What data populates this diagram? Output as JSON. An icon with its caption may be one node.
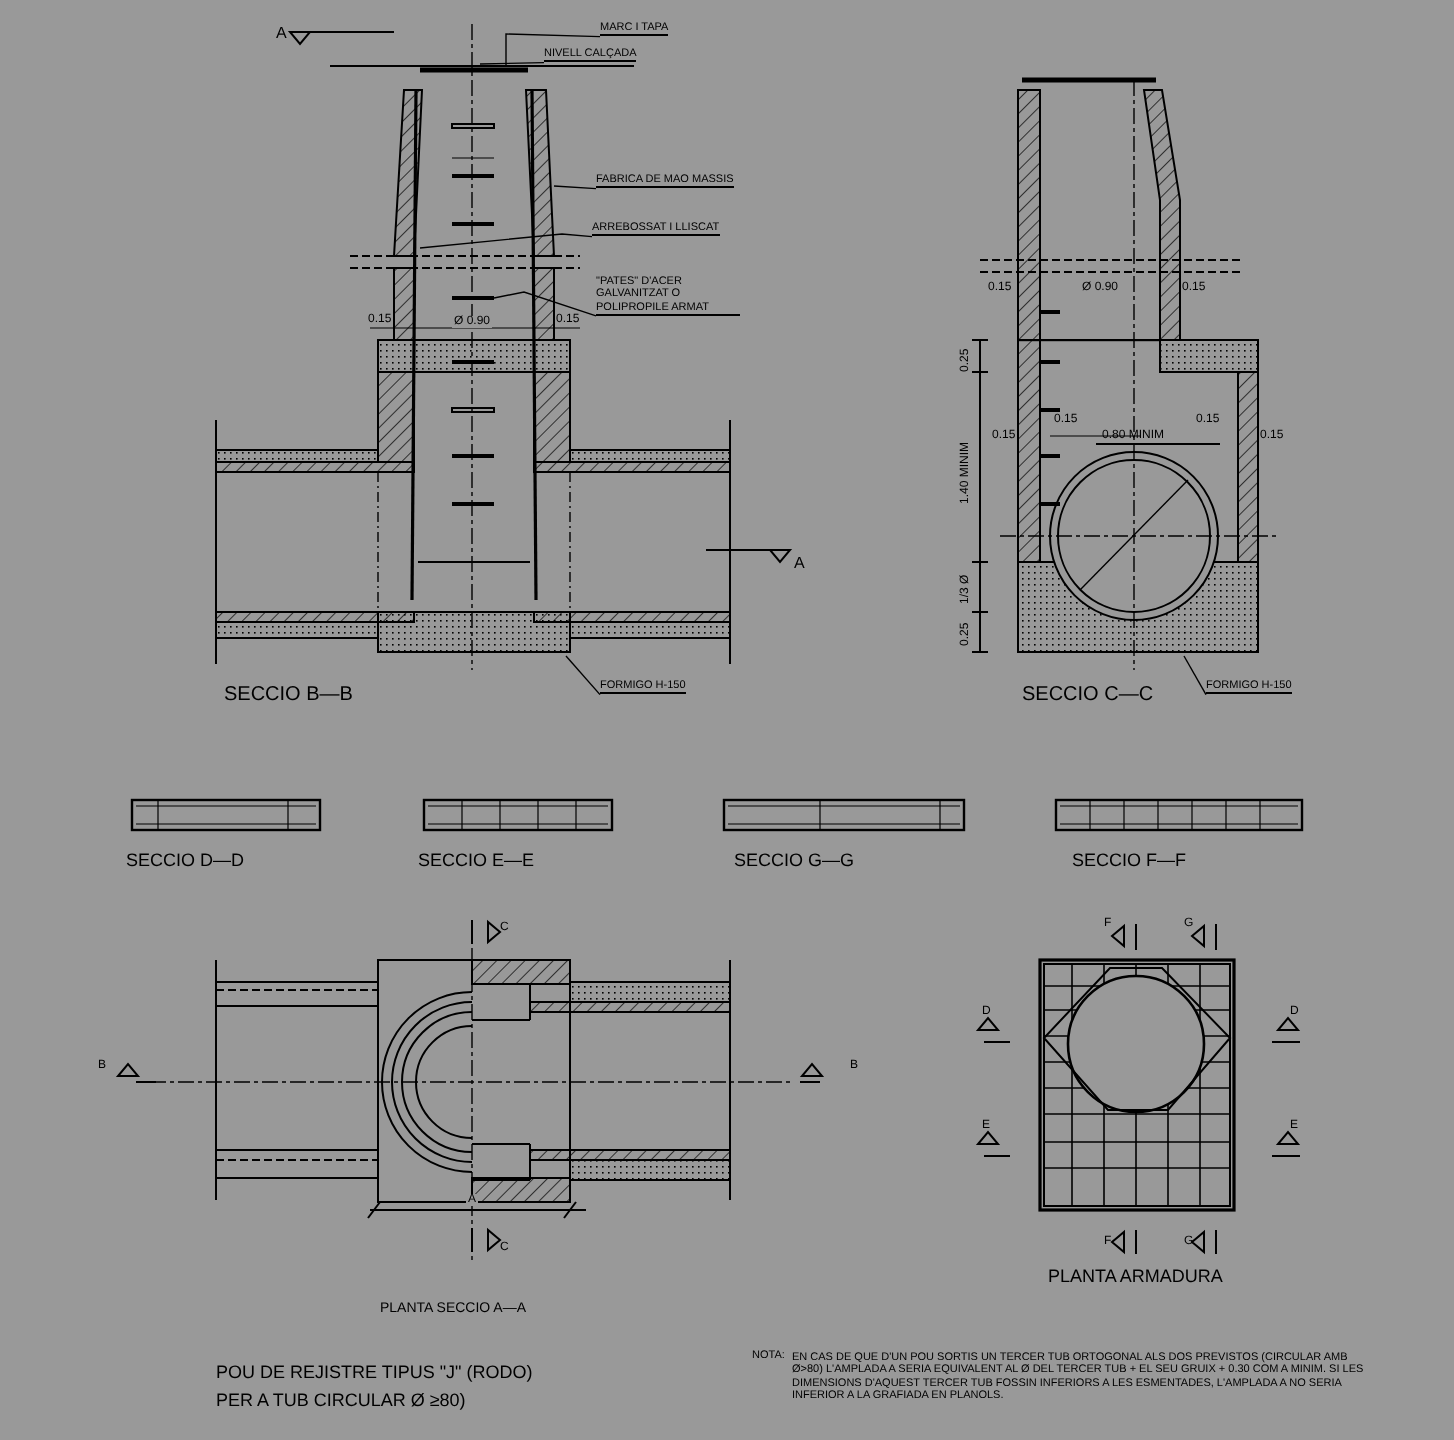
{
  "diagram": {
    "nodes": [
      {
        "text": [
          "MARC I TAPA"
        ]
      },
      {
        "text": [
          "NIVELL CALÇADA"
        ]
      },
      {
        "text": [
          "FABRICA DE MAO MASSIS"
        ]
      },
      {
        "text": [
          "ARREBOSSAT I LLISCAT"
        ]
      },
      {
        "text": [
          "\"PATES\" D'ACER GALVANITZAT O POLIPROPILE ARMAT"
        ]
      },
      {
        "text": [
          "FORMIGO H-150"
        ]
      },
      {
        "text": [
          "FORMIGO H-150"
        ]
      }
    ],
    "edges": [
      {
        "from": 0,
        "to": null,
        "arrow": "none"
      },
      {
        "from": 1,
        "to": null,
        "arrow": "none"
      },
      {
        "from": 2,
        "to": null,
        "arrow": "none"
      },
      {
        "from": 3,
        "to": null,
        "arrow": "none"
      },
      {
        "from": 4,
        "to": null,
        "arrow": "none"
      },
      {
        "from": 5,
        "to": null,
        "arrow": "none"
      },
      {
        "from": 6,
        "to": null,
        "arrow": "none"
      }
    ],
    "labels": [
      "A",
      "0.15",
      "Ø 0.90",
      "0.15",
      "A",
      "SECCIO B—B",
      "0.15",
      "Ø 0.90",
      "0.15",
      "0.25",
      "1.40 MINIM",
      "1/3 Ø",
      "0.25",
      "0.15",
      "0.15",
      "0.80 MINIM",
      "0.15",
      "0.15",
      "SECCIO C—C",
      "SECCIO D—D",
      "SECCIO E—E",
      "SECCIO G—G",
      "SECCIO F—F",
      "C",
      "B",
      "B",
      "A",
      "C",
      "PLANTA SECCIO A—A",
      "F",
      "G",
      "D",
      "D",
      "E",
      "E",
      "F",
      "G",
      "PLANTA ARMADURA",
      "POU DE REJISTRE TIPUS \"J\" (RODO)",
      "PER A TUB CIRCULAR Ø ≥80)",
      "NOTA:",
      "EN CAS DE QUE D'UN POU SORTIS UN TERCER TUB ORTOGONAL ALS DOS PREVISTOS (CIRCULAR AMB Ø>80) L'AMPLADA A SERIA EQUIVALENT AL Ø DEL TERCER TUB + EL SEU GRUIX + 0.30 COM A MINIM. SI LES DIMENSIONS D'AQUEST TERCER TUB FOSSIN INFERIORS A LES ESMENTADES, L'AMPLADA A NO SERIA INFERIOR A LA GRAFIADA EN PLANOLS."
    ]
  }
}
